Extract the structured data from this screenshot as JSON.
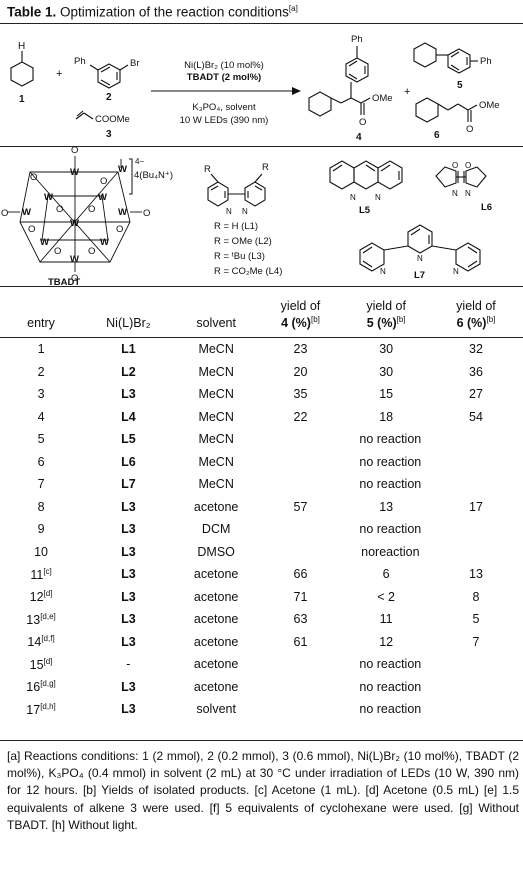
{
  "title": {
    "label": "Table 1.",
    "text": "Optimization of the reaction conditions",
    "note": "[a]"
  },
  "scheme": {
    "num_1": "1",
    "num_2": "2",
    "num_3": "3",
    "num_4": "4",
    "num_5": "5",
    "num_6": "6",
    "h_label": "H",
    "ph_label": "Ph",
    "br_label": "Br",
    "plus": "+",
    "acrylate_label": "COOMe",
    "cond_catalyst": "Ni(L)Br₂ (10 mol%)",
    "cond_photocat": "TBADT (2 mol%)",
    "cond_base": "K₃PO₄, solvent",
    "cond_light": "10 W LEDs (390 nm)",
    "ome_label": "OMe",
    "o_label": "O"
  },
  "ligands": {
    "tbadt_label": "TBADT",
    "tbadt_charge": "4−",
    "tbadt_counterion": "4(Bu₄N⁺)",
    "w_label": "W",
    "o_label": "O",
    "r_label": "R",
    "n_label": "N",
    "r_defs": [
      "R = H (L1)",
      "R = OMe (L2)",
      "R = ᵗBu (L3)",
      "R = CO₂Me (L4)"
    ],
    "l5": "L5",
    "l6": "L6",
    "l7": "L7"
  },
  "table": {
    "headers": {
      "entry": "entry",
      "ligand": "Ni(L)Br₂",
      "solvent": "solvent",
      "y4_line1": "yield of",
      "y4_line2": "4 (%)",
      "y5_line1": "yield of",
      "y5_line2": "5 (%)",
      "y6_line1": "yield of",
      "y6_line2": "6 (%)",
      "note_b": "[b]"
    },
    "rows": [
      {
        "entry": "1",
        "note": "",
        "ligand": "L1",
        "solvent": "MeCN",
        "y4": "23",
        "y5": "30",
        "y6": "32",
        "merged": ""
      },
      {
        "entry": "2",
        "note": "",
        "ligand": "L2",
        "solvent": "MeCN",
        "y4": "20",
        "y5": "30",
        "y6": "36",
        "merged": ""
      },
      {
        "entry": "3",
        "note": "",
        "ligand": "L3",
        "solvent": "MeCN",
        "y4": "35",
        "y5": "15",
        "y6": "27",
        "merged": ""
      },
      {
        "entry": "4",
        "note": "",
        "ligand": "L4",
        "solvent": "MeCN",
        "y4": "22",
        "y5": "18",
        "y6": "54",
        "merged": ""
      },
      {
        "entry": "5",
        "note": "",
        "ligand": "L5",
        "solvent": "MeCN",
        "merged": "no reaction"
      },
      {
        "entry": "6",
        "note": "",
        "ligand": "L6",
        "solvent": "MeCN",
        "merged": "no reaction"
      },
      {
        "entry": "7",
        "note": "",
        "ligand": "L7",
        "solvent": "MeCN",
        "merged": "no reaction"
      },
      {
        "entry": "8",
        "note": "",
        "ligand": "L3",
        "solvent": "acetone",
        "y4": "57",
        "y5": "13",
        "y6": "17",
        "merged": ""
      },
      {
        "entry": "9",
        "note": "",
        "ligand": "L3",
        "solvent": "DCM",
        "merged": "no reaction"
      },
      {
        "entry": "10",
        "note": "",
        "ligand": "L3",
        "solvent": "DMSO",
        "merged": "noreaction"
      },
      {
        "entry": "11",
        "note": "[c]",
        "ligand": "L3",
        "solvent": "acetone",
        "y4": "66",
        "y5": "6",
        "y6": "13",
        "merged": ""
      },
      {
        "entry": "12",
        "note": "[d]",
        "ligand": "L3",
        "solvent": "acetone",
        "y4": "71",
        "y5": "< 2",
        "y6": "8",
        "merged": ""
      },
      {
        "entry": "13",
        "note": "[d,e]",
        "ligand": "L3",
        "solvent": "acetone",
        "y4": "63",
        "y5": "11",
        "y6": "5",
        "merged": ""
      },
      {
        "entry": "14",
        "note": "[d,f]",
        "ligand": "L3",
        "solvent": "acetone",
        "y4": "61",
        "y5": "12",
        "y6": "7",
        "merged": ""
      },
      {
        "entry": "15",
        "note": "[d]",
        "ligand": "-",
        "solvent": "acetone",
        "merged": "no reaction"
      },
      {
        "entry": "16",
        "note": "[d,g]",
        "ligand": "L3",
        "solvent": "acetone",
        "merged": "no reaction"
      },
      {
        "entry": "17",
        "note": "[d,h]",
        "ligand": "L3",
        "solvent": "solvent",
        "merged": "no reaction"
      }
    ]
  },
  "footnote": {
    "a": "[a] Reactions conditions: 1 (2 mmol), 2 (0.2 mmol), 3 (0.6 mmol), Ni(L)Br₂ (10 mol%), TBADT (2 mol%), K₃PO₄ (0.4 mmol) in solvent (2 mL) at 30 °C under irradiation of LEDs (10 W, 390 nm) for 12 hours.",
    "b": "[b] Yields of isolated products.",
    "c": "[c] Acetone (1 mL).",
    "d": "[d] Acetone (0.5 mL)",
    "e": "[e] 1.5 equivalents of alkene 3 were used.",
    "f": "[f] 5 equivalents of cyclohexane were used.",
    "g": "[g] Without TBADT.",
    "h": "[h] Without light."
  }
}
